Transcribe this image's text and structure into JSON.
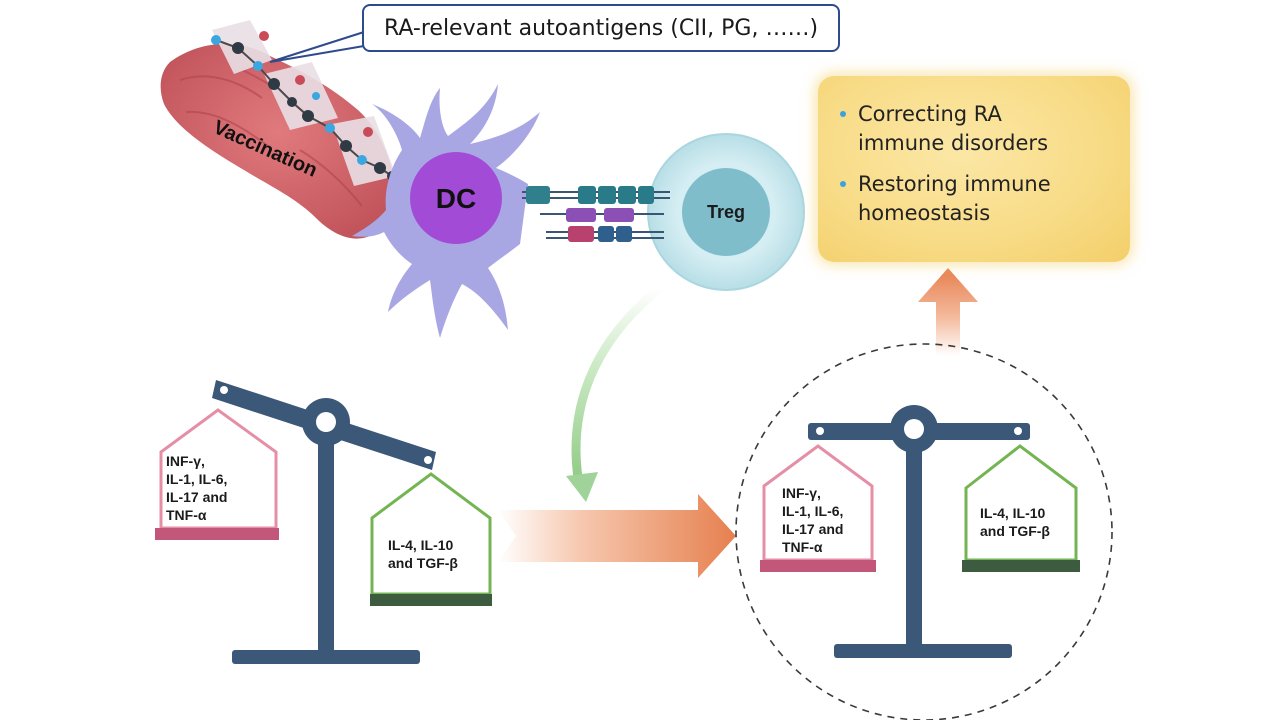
{
  "callout": {
    "text": "RA-relevant autoantigens (CII, PG, ……)"
  },
  "vaccination": {
    "label": "Vaccination"
  },
  "cells": {
    "dc_label": "DC",
    "treg_label": "Treg"
  },
  "outcome": {
    "bullets": [
      {
        "line1": "Correcting RA",
        "line2": "immune disorders"
      },
      {
        "line1": "Restoring immune",
        "line2": "homeostasis"
      }
    ]
  },
  "balance_left": {
    "pro_inflammatory": {
      "lines": [
        "INF-γ,",
        "IL-1, IL-6,",
        "IL-17 and",
        "TNF-α"
      ]
    },
    "anti_inflammatory": {
      "lines": [
        "IL-4, IL-10",
        "and TGF-β"
      ]
    }
  },
  "balance_right": {
    "pro_inflammatory": {
      "lines": [
        "INF-γ,",
        "IL-1, IL-6,",
        "IL-17 and",
        "TNF-α"
      ]
    },
    "anti_inflammatory": {
      "lines": [
        "IL-4, IL-10",
        "and TGF-β"
      ]
    }
  },
  "colors": {
    "scale": "#3b5878",
    "pro_outline": "#e58fa6",
    "pro_base": "#c2577a",
    "anti_outline": "#74b553",
    "anti_base": "#3d5b3f",
    "dc_body": "#a9a6e4",
    "dc_nucleus": "#a24bd6",
    "treg_body": "#cdebf0",
    "treg_nucleus": "#7fbdcb",
    "tissue": "#d2666c",
    "arrow_orange": "#e88a5c",
    "arrow_green": "#9fd39a",
    "callout_border": "#2f4b8c",
    "outcome_fill": "#f8dc88",
    "bullet": "#3aa3dd"
  }
}
